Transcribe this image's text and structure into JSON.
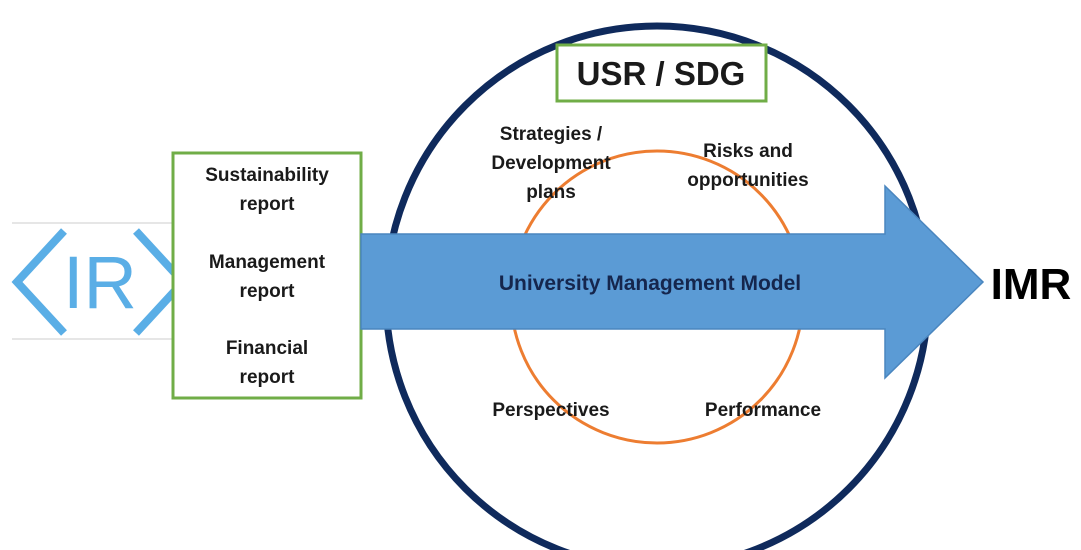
{
  "logo": {
    "text": "IR",
    "color": "#5aaee6"
  },
  "reports": {
    "sustainability_line1": "Sustainability",
    "sustainability_line2": "report",
    "management_line1": "Management",
    "management_line2": "report",
    "financial_line1": "Financial",
    "financial_line2": "report"
  },
  "framework_label": "USR / SDG",
  "model_label": "University Management Model",
  "output_label": "IMR",
  "elements": {
    "strategies_line1": "Strategies /",
    "strategies_line2": "Development",
    "strategies_line3": "plans",
    "risks_line1": "Risks and",
    "risks_line2": "opportunities",
    "perspectives": "Perspectives",
    "performance": "Performance"
  },
  "colors": {
    "outer_circle": "#0f2a5c",
    "inner_circle": "#ed7d31",
    "arrow_fill": "#5b9bd5",
    "arrow_stroke": "#4a86bf",
    "box_border": "#70ad47",
    "logo": "#5aaee6"
  }
}
